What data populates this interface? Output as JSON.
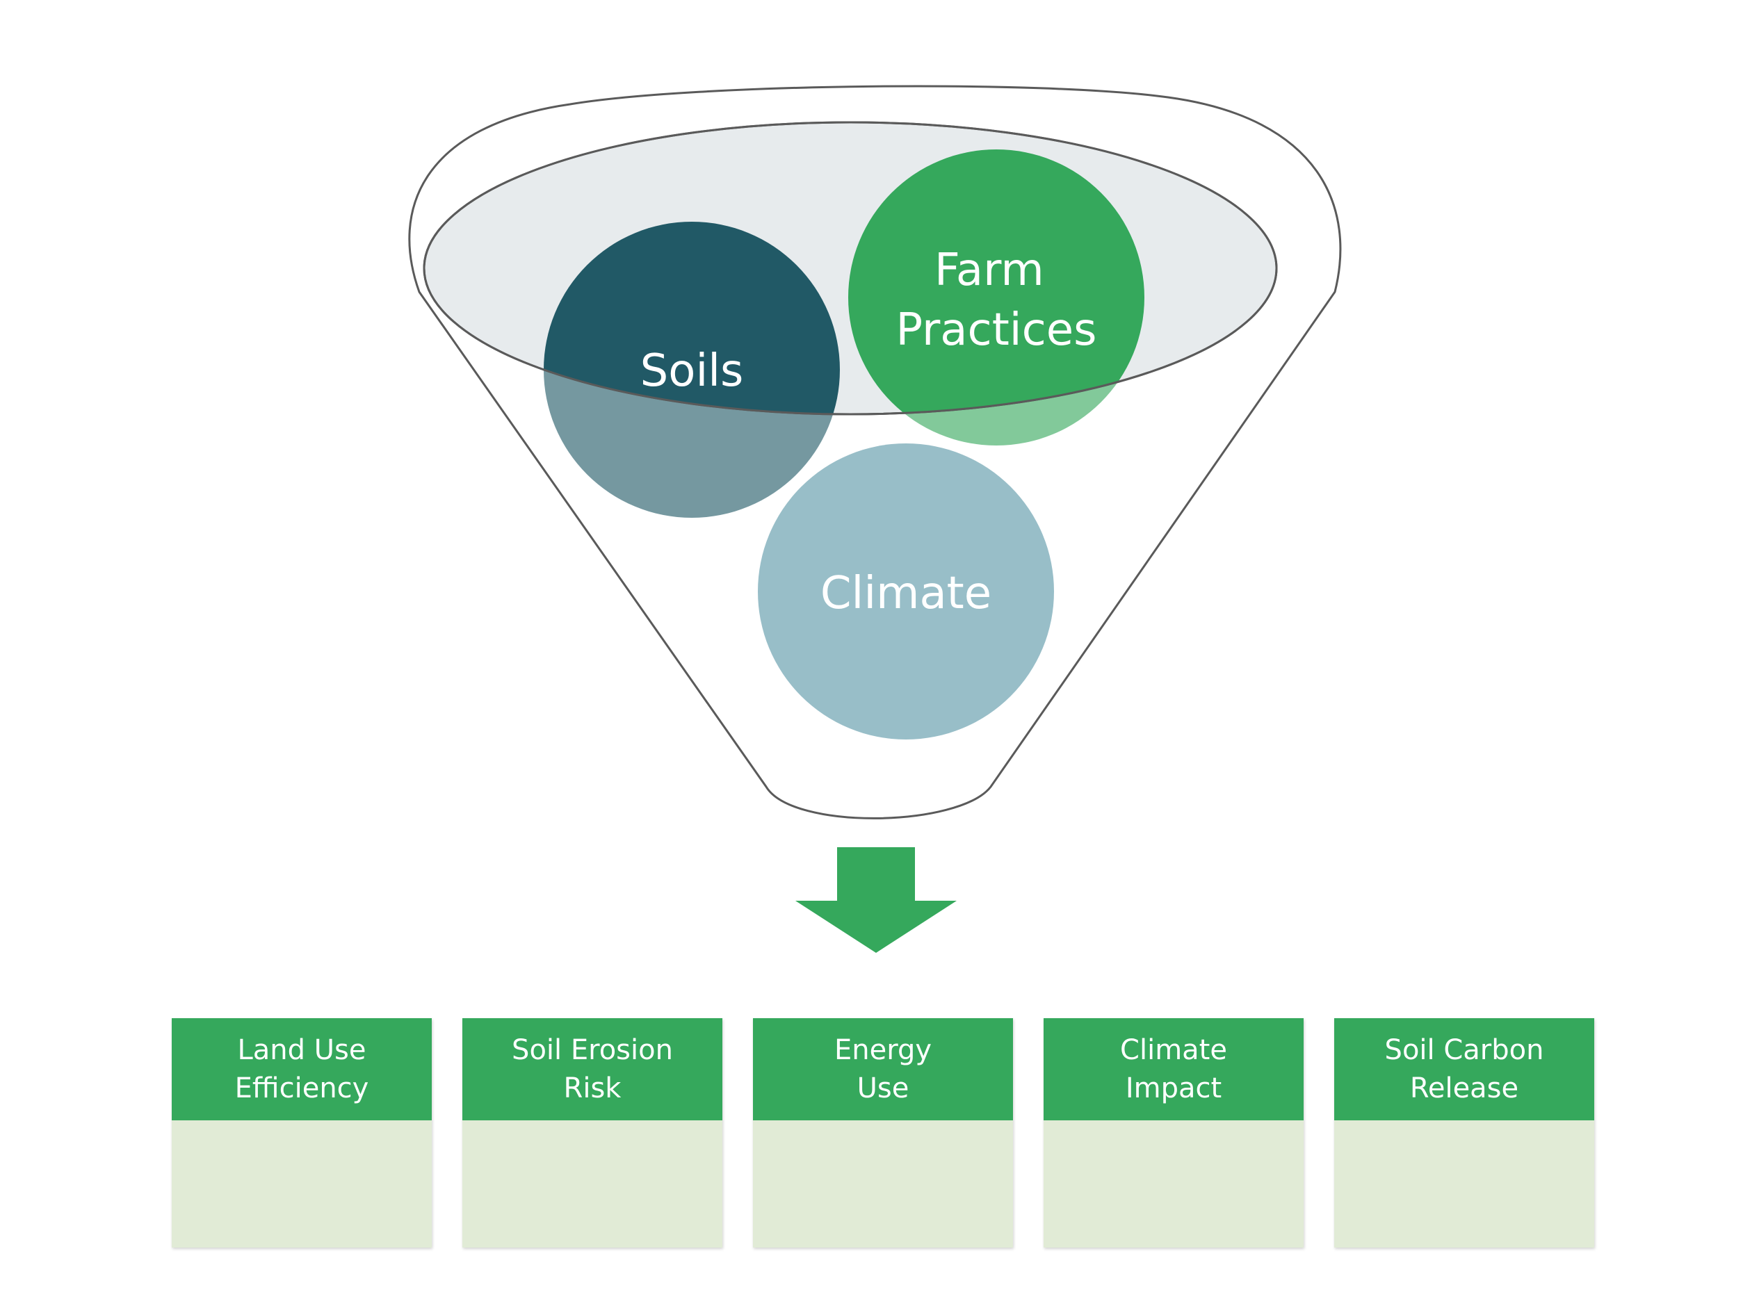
{
  "colors": {
    "soils": "#215966",
    "farm_practices": "#35a85c",
    "climate": "#8fb8c3",
    "arrow": "#35a85c",
    "card_header": "#35a85c",
    "card_body": "#e1ebd6",
    "funnel_outline": "#5a5a5a",
    "funnel_mouth": "#e3e7ea"
  },
  "funnel": {
    "inputs": [
      {
        "name": "soils",
        "lines": [
          "Soils"
        ]
      },
      {
        "name": "farm-practices",
        "lines": [
          "Farm",
          "Practices"
        ]
      },
      {
        "name": "climate",
        "lines": [
          "Climate"
        ]
      }
    ]
  },
  "arrow_icon": "down-arrow-icon",
  "outputs": [
    {
      "label": "Land Use\nEfficiency"
    },
    {
      "label": "Soil Erosion\nRisk"
    },
    {
      "label": "Energy\nUse"
    },
    {
      "label": "Climate\nImpact"
    },
    {
      "label": "Soil Carbon\nRelease"
    }
  ]
}
